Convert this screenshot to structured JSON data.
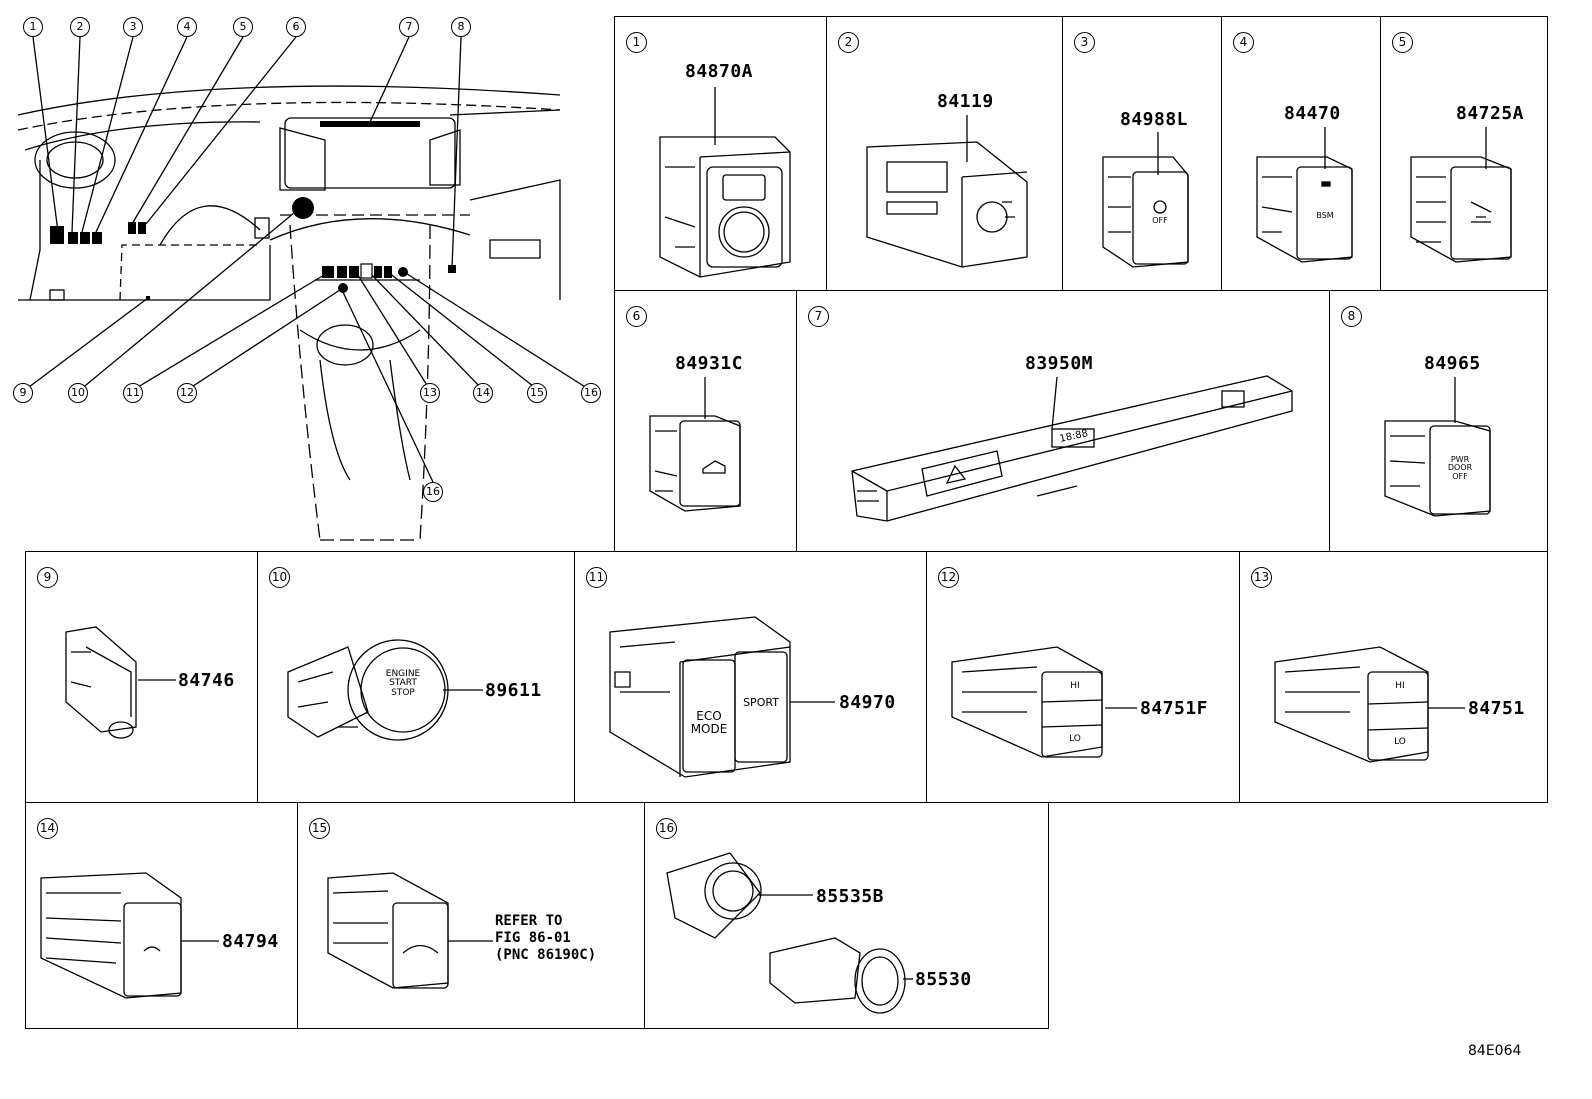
{
  "overview": {
    "top_callouts": [
      "1",
      "2",
      "3",
      "4",
      "5",
      "6",
      "7",
      "8"
    ],
    "bottom_callouts": [
      "9",
      "10",
      "11",
      "12",
      "13",
      "14",
      "15",
      "16"
    ],
    "lower_callout": "16"
  },
  "panels": [
    {
      "callout": "1",
      "parts": [
        "84870A"
      ]
    },
    {
      "callout": "2",
      "parts": [
        "84119"
      ]
    },
    {
      "callout": "3",
      "parts": [
        "84988L"
      ]
    },
    {
      "callout": "4",
      "parts": [
        "84470"
      ]
    },
    {
      "callout": "5",
      "parts": [
        "84725A"
      ]
    },
    {
      "callout": "6",
      "parts": [
        "84931C"
      ]
    },
    {
      "callout": "7",
      "parts": [
        "83950M"
      ]
    },
    {
      "callout": "8",
      "parts": [
        "84965"
      ]
    },
    {
      "callout": "9",
      "parts": [
        "84746"
      ]
    },
    {
      "callout": "10",
      "parts": [
        "89611"
      ]
    },
    {
      "callout": "11",
      "parts": [
        "84970"
      ]
    },
    {
      "callout": "12",
      "parts": [
        "84751F"
      ]
    },
    {
      "callout": "13",
      "parts": [
        "84751"
      ]
    },
    {
      "callout": "14",
      "parts": [
        "84794"
      ]
    },
    {
      "callout": "15",
      "parts": [],
      "note": "REFER TO\nFIG 86-01\n(PNC 86190C)"
    },
    {
      "callout": "16",
      "parts": [
        "85535B",
        "85530"
      ]
    }
  ],
  "switch_labels": {
    "eco_mode": "ECO\nMODE",
    "sport": "SPORT",
    "start_stop": "ENGINE\nSTART\nSTOP",
    "hi": "HI",
    "lo": "LO",
    "vsc_off": "OFF",
    "bsm": "BSM",
    "pwr_door_off": "PWR\nDOOR\nOFF",
    "clock": "18:88"
  },
  "figure_ref": "84E064"
}
